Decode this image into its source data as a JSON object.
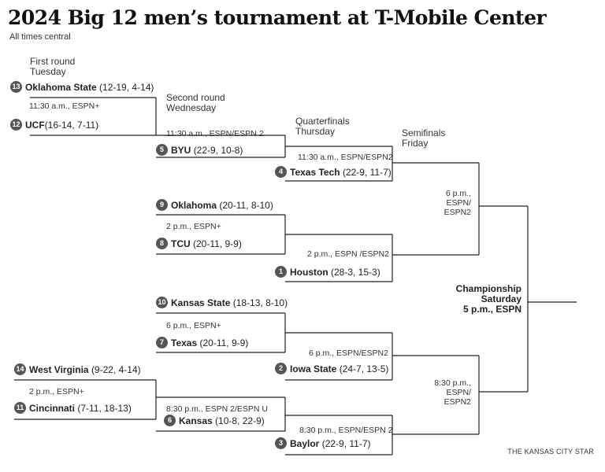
{
  "title": "2024 Big 12 men’s tournament at T-Mobile Center",
  "subtitle": "All times central",
  "rounds": {
    "first": {
      "name": "First round",
      "day": "Tuesday"
    },
    "second": {
      "name": "Second round",
      "day": "Wednesday"
    },
    "quarter": {
      "name": "Quarterfinals",
      "day": "Thursday"
    },
    "semi": {
      "name": "Semifinals",
      "day": "Friday"
    },
    "championship": {
      "name": "Championship",
      "day": "Saturday",
      "time": "5 p.m., ESPN"
    }
  },
  "teams": {
    "oklahoma_state": {
      "seed": "13",
      "name": "Oklahoma State",
      "record": "(12-19, 4-14)"
    },
    "ucf": {
      "seed": "12",
      "name": "UCF",
      "record": "(16-14, 7-11)"
    },
    "byu": {
      "seed": "5",
      "name": "BYU",
      "record": "(22-9, 10-8)"
    },
    "texas_tech": {
      "seed": "4",
      "name": "Texas Tech",
      "record": "(22-9, 11-7)"
    },
    "oklahoma": {
      "seed": "9",
      "name": "Oklahoma",
      "record": "(20-11, 8-10)"
    },
    "tcu": {
      "seed": "8",
      "name": "TCU",
      "record": "(20-11, 9-9)"
    },
    "houston": {
      "seed": "1",
      "name": "Houston",
      "record": "(28-3, 15-3)"
    },
    "kansas_state": {
      "seed": "10",
      "name": "Kansas State",
      "record": "(18-13, 8-10)"
    },
    "texas": {
      "seed": "7",
      "name": "Texas",
      "record": "(20-11, 9-9)"
    },
    "iowa_state": {
      "seed": "2",
      "name": "Iowa State",
      "record": "(24-7, 13-5)"
    },
    "west_virginia": {
      "seed": "14",
      "name": "West Virginia",
      "record": "(9-22, 4-14)"
    },
    "cincinnati": {
      "seed": "11",
      "name": "Cincinnati",
      "record": "(7-11, 18-13)"
    },
    "kansas": {
      "seed": "6",
      "name": "Kansas",
      "record": "(10-8, 22-9)"
    },
    "baylor": {
      "seed": "3",
      "name": "Baylor",
      "record": "(22-9, 11-7)"
    }
  },
  "games": {
    "first_1": "11:30 a.m., ESPN+",
    "first_2": "2 p.m., ESPN+",
    "second_1": "11:30 a.m., ESPN/ESPN 2",
    "second_2": "2 p.m., ESPN+",
    "second_3": "6 p.m., ESPN+",
    "second_4": "8:30 p.m., ESPN 2/ESPN U",
    "quarter_1": "11:30 a.m., ESPN/ESPN2",
    "quarter_2": "2 p.m., ESPN /ESPN2",
    "quarter_3": "6 p.m., ESPN/ESPN2",
    "quarter_4": "8:30 p.m., ESPN/ESPN 2",
    "semi_1": [
      "6 p.m.,",
      "ESPN/",
      "ESPN2"
    ],
    "semi_2": [
      "8:30 p.m.,",
      "ESPN/",
      "ESPN2"
    ]
  },
  "credit": "THE KANSAS CITY STAR"
}
